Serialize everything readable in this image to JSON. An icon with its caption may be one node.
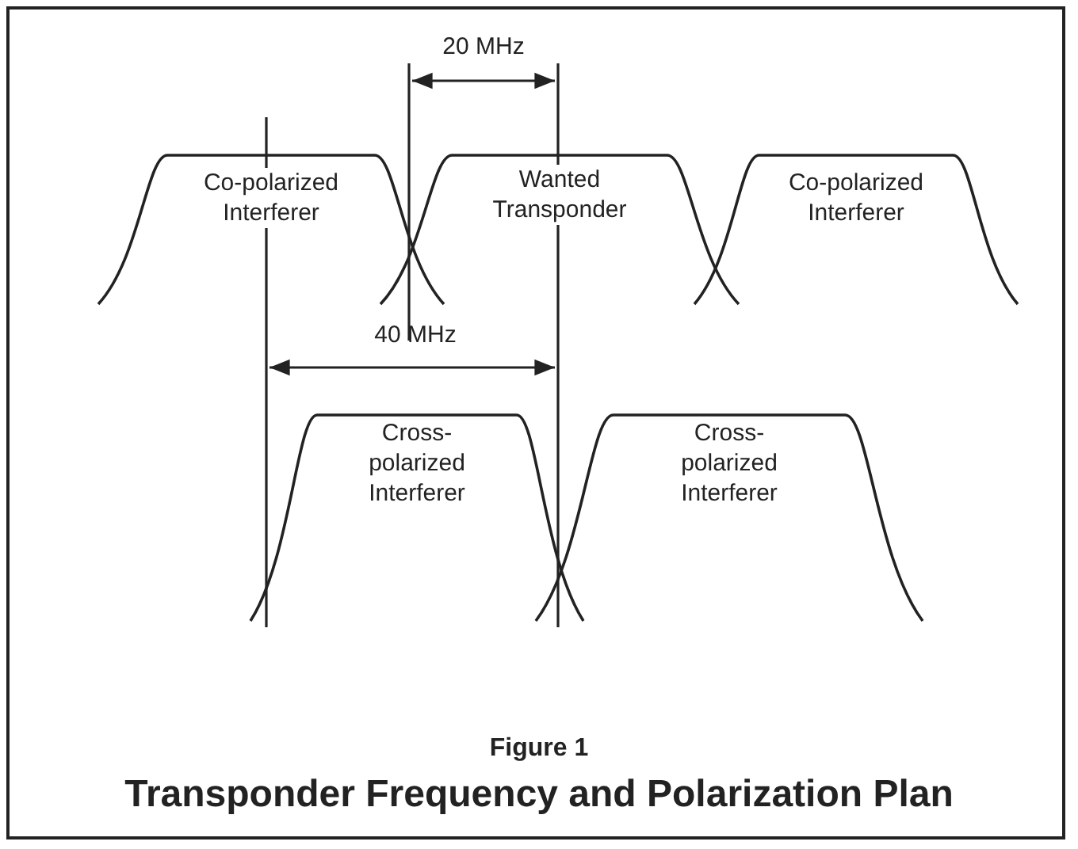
{
  "diagram": {
    "title": "Transponder Frequency and Polarization Plan",
    "nodes": [
      {
        "text": [
          "Co-polarized Interferer"
        ]
      },
      {
        "text": [
          "Wanted Transponder"
        ]
      },
      {
        "text": [
          "Co-polarized Interferer"
        ]
      },
      {
        "text": [
          "Cross-polarized Interferer"
        ]
      },
      {
        "text": [
          "Cross-polarized Interferer"
        ]
      }
    ],
    "edges": [],
    "labels": [
      "20 MHz",
      "40 MHz",
      "Figure 1"
    ]
  }
}
